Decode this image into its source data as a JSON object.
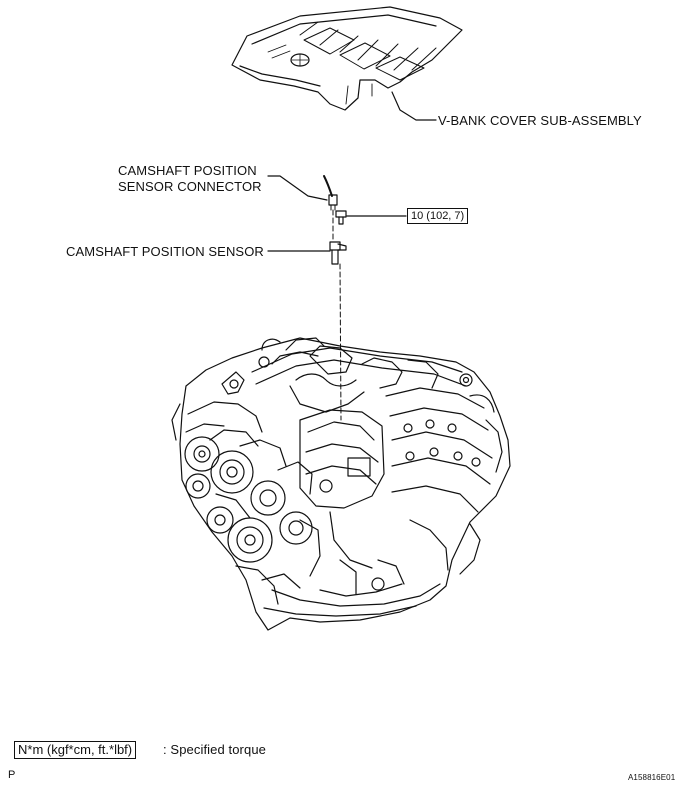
{
  "labels": {
    "vbank_cover": "V-BANK COVER SUB-ASSEMBLY",
    "connector_line1": "CAMSHAFT POSITION",
    "connector_line2": "SENSOR CONNECTOR",
    "sensor": "CAMSHAFT POSITION SENSOR"
  },
  "torque_callout": "10 (102, 7)",
  "legend": {
    "unit_box": "N*m (kgf*cm, ft.*lbf)",
    "description": ": Specified torque"
  },
  "footer": {
    "left_mark": "P",
    "figure_id": "A158816E01"
  }
}
